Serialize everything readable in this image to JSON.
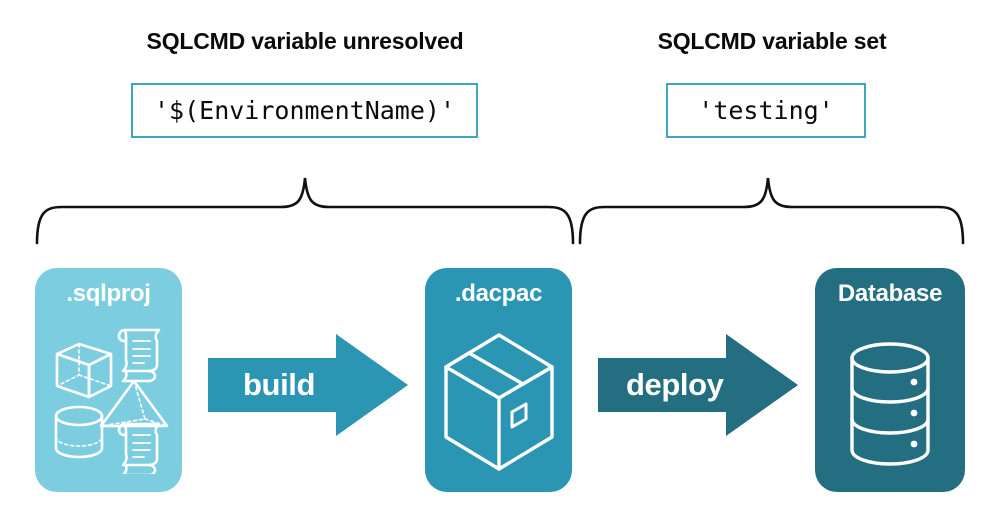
{
  "diagram": {
    "title_left": "SQLCMD variable unresolved",
    "title_right": "SQLCMD variable set",
    "value_left": "'$(EnvironmentName)'",
    "value_right": "'testing'",
    "value_box_border_color": "#3ea5c4",
    "brace_color": "#111111"
  },
  "artifacts": [
    {
      "label": ".sqlproj",
      "color": "#7dcde0",
      "icon": "sql-objects-icon",
      "icon_parts": [
        "cube-icon",
        "scroll-icon",
        "pyramid-icon",
        "cylinder-icon",
        "scroll-icon"
      ]
    },
    {
      "label": ".dacpac",
      "color": "#2b96b4",
      "icon": "package-box-icon"
    },
    {
      "label": "Database",
      "color": "#246e81",
      "icon": "database-cylinder-icon"
    }
  ],
  "arrows": [
    {
      "label": "build",
      "color": "#2b96b4"
    },
    {
      "label": "deploy",
      "color": "#246e81"
    }
  ]
}
